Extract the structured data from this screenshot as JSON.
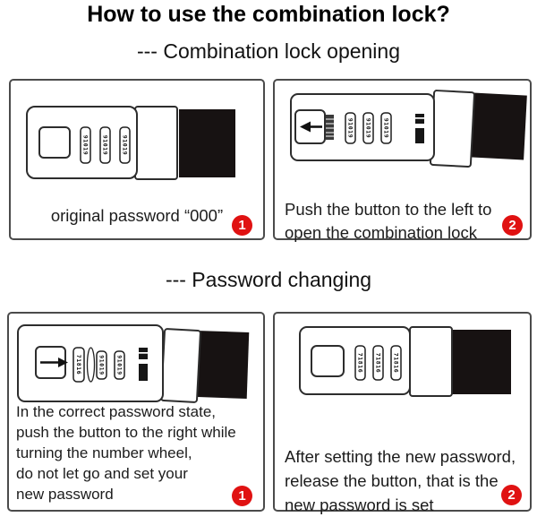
{
  "title": "How to use the combination lock?",
  "sections": {
    "opening_heading": "--- Combination lock opening",
    "changing_heading": "--- Password changing"
  },
  "colors": {
    "badge_red": "#e01212",
    "strap_black": "#171212",
    "outline_dark": "#2d2d2d"
  },
  "panels": [
    {
      "step_badge": "1",
      "caption": "original password “000”",
      "wheels": [
        "91019",
        "91019",
        "91019"
      ]
    },
    {
      "step_badge": "2",
      "caption_lines": [
        "Push the button to the left to",
        "open the combination lock"
      ],
      "arrow_direction": "left",
      "wheels": [
        "91019",
        "91019",
        "91019"
      ]
    },
    {
      "step_badge": "1",
      "caption_lines": [
        "In the correct password state,",
        "push the button to the right while",
        "turning the number wheel,",
        "do not let go and set your",
        "new password"
      ],
      "arrow_direction": "right",
      "wheels": [
        "71816",
        "91019",
        "91019"
      ]
    },
    {
      "step_badge": "2",
      "caption_lines": [
        "After setting the new password,",
        "release the button, that is the",
        "new password is set"
      ],
      "wheels": [
        "71816",
        "71816",
        "71816"
      ]
    }
  ]
}
